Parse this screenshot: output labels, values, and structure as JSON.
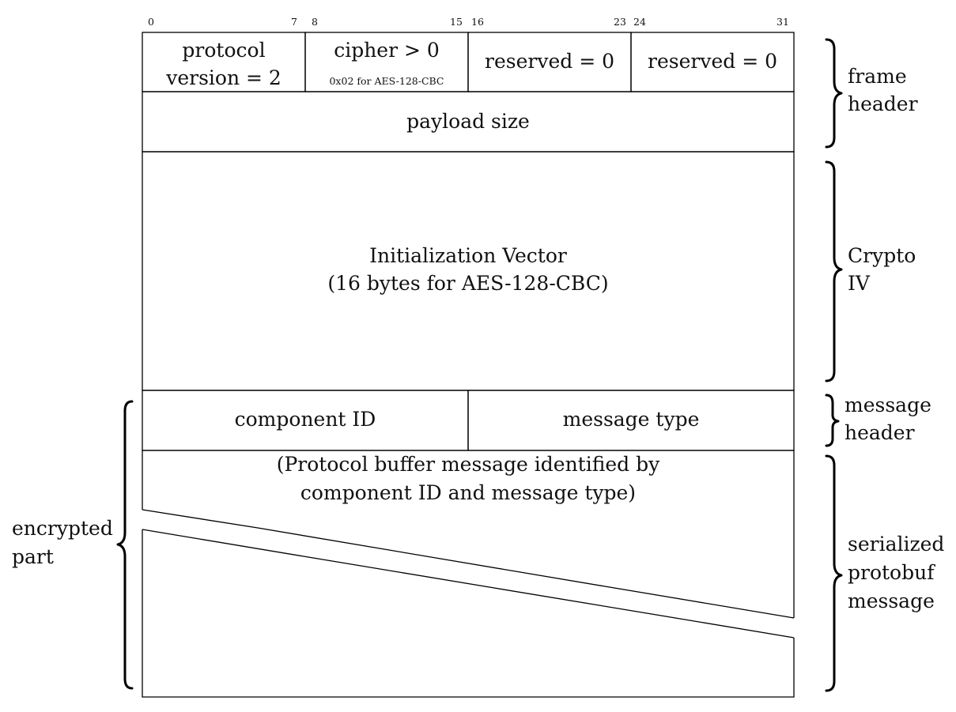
{
  "bit_ticks": [
    "0",
    "7",
    "8",
    "15",
    "16",
    "23",
    "24",
    "31"
  ],
  "fields": {
    "protocol_version": [
      "protocol",
      "version = 2"
    ],
    "cipher": "cipher > 0",
    "cipher_note": "0x02 for AES-128-CBC",
    "reserved_1": "reserved = 0",
    "reserved_2": "reserved = 0",
    "payload_size": "payload size",
    "iv": [
      "Initialization Vector",
      "(16 bytes for AES-128-CBC)"
    ],
    "component_id": "component ID",
    "message_type": "message type",
    "protobuf": [
      "(Protocol buffer message identified by",
      "component ID and message type)"
    ]
  },
  "side_labels": {
    "frame_header": [
      "frame",
      "header"
    ],
    "crypto_iv": [
      "Crypto",
      "IV"
    ],
    "message_header": [
      "message",
      "header"
    ],
    "serialized": [
      "serialized",
      "protobuf",
      "message"
    ],
    "encrypted": [
      "encrypted",
      "part"
    ]
  }
}
